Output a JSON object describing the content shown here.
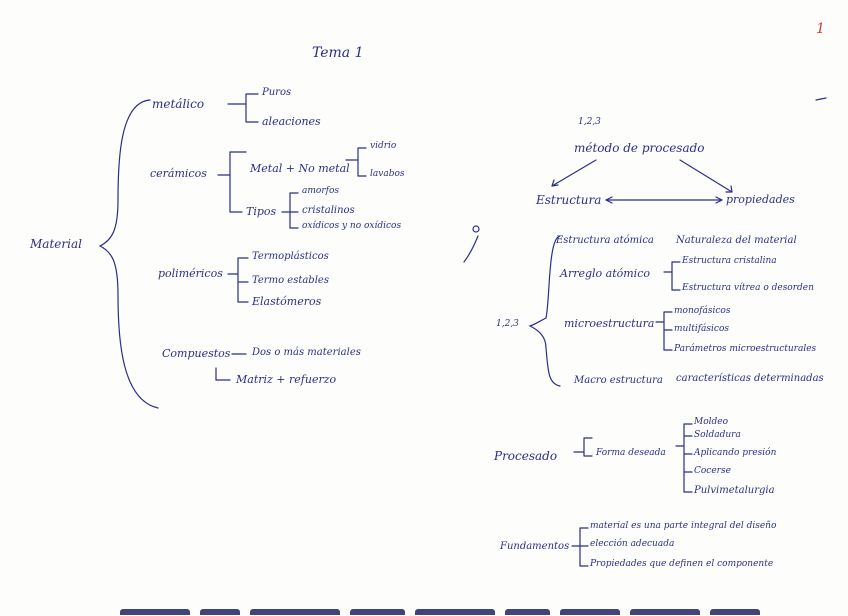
{
  "page_number": "1",
  "title": "Tema 1",
  "left": {
    "root": "Material",
    "metalico": {
      "label": "metálico",
      "items": [
        "Puros",
        "aleaciones"
      ]
    },
    "ceramicos": {
      "label": "cerámicos",
      "metal_nometal": "Metal + No metal",
      "metal_items": [
        "vidrio",
        "lavabos"
      ],
      "tipos": "Tipos",
      "tipos_items": [
        "amorfos",
        "cristalinos",
        "oxídicos y no oxídicos"
      ]
    },
    "polimericos": {
      "label": "poliméricos",
      "items": [
        "Termoplásticos",
        "Termo estables",
        "Elastómeros"
      ]
    },
    "compuestos": {
      "label": "Compuestos",
      "arrow_text": "Dos o más materiales",
      "sub": "Matriz + refuerzo"
    }
  },
  "right": {
    "triangle": {
      "top_label": "1,2,3",
      "top": "método de procesado",
      "left": "Estructura",
      "right": "propiedades"
    },
    "estructura": {
      "side_label": "1,2,3",
      "atomica": "Estructura atómica",
      "atomica_result": "Naturaleza del material",
      "arreglo": "Arreglo atómico",
      "arreglo_items": [
        "Estructura cristalina",
        "Estructura vítrea o desorden"
      ],
      "micro": "microestructura",
      "micro_items": [
        "monofásicos",
        "multifásicos",
        "Parámetros microestructurales"
      ],
      "macro": "Macro estructura",
      "macro_result": "características determinadas"
    },
    "procesado": {
      "label": "Procesado",
      "sub": "Forma deseada",
      "items": [
        "Moldeo",
        "Soldadura",
        "Aplicando presión",
        "Cocerse",
        "Pulvimetalurgia"
      ]
    },
    "fundamentos": {
      "label": "Fundamentos",
      "items": [
        "material es una parte integral del diseño",
        "elección adecuada",
        "Propiedades que definen el componente"
      ]
    }
  }
}
